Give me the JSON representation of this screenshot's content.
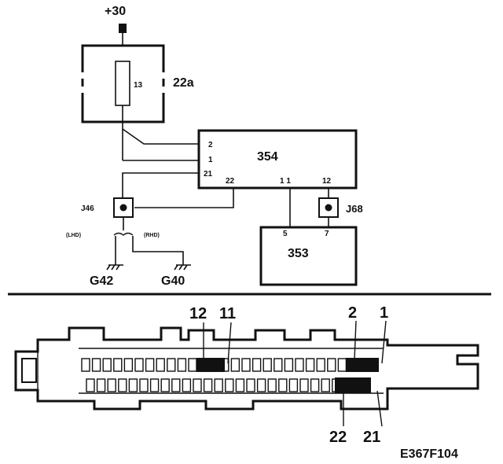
{
  "supply": {
    "label": "+30"
  },
  "fuse_box": {
    "label": "22a",
    "fuse": "13"
  },
  "module_354": {
    "label": "354",
    "pins_left": [
      "2",
      "1",
      "21"
    ],
    "pin_bottom_left": "22",
    "pin_bottom_mid": "1 1",
    "pin_bottom_right": "12"
  },
  "module_353": {
    "label": "353",
    "pin_left": "5",
    "pin_right": "7"
  },
  "junctions": {
    "j46": "J46",
    "j68": "J68"
  },
  "variants": {
    "lhd": "(LHD)",
    "rhd": "(RHD)"
  },
  "grounds": {
    "g42": "G42",
    "g40": "G40"
  },
  "connector_pins": {
    "top_12": "12",
    "top_11": "11",
    "top_2": "2",
    "top_1": "1",
    "bottom_22": "22",
    "bottom_21": "21"
  },
  "figure_id": "E367F104"
}
